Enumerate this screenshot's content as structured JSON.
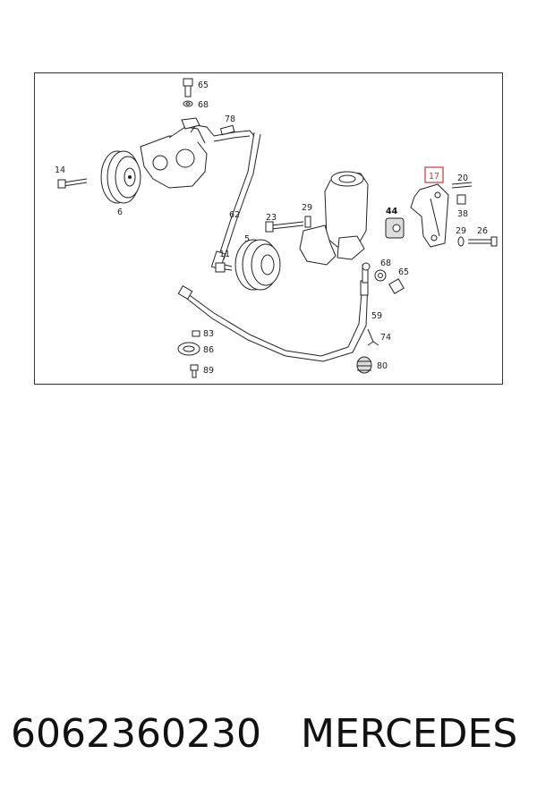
{
  "diagram": {
    "labels": {
      "l65a": "65",
      "l68a": "68",
      "l78": "78",
      "l14": "14",
      "l6": "6",
      "l62": "62",
      "l23": "23",
      "l29a": "29",
      "l5": "5",
      "l11": "11",
      "l17": "17",
      "l20": "20",
      "l38": "38",
      "l44": "44",
      "l29b": "29",
      "l26": "26",
      "l68b": "68",
      "l65b": "65",
      "l59": "59",
      "l74": "74",
      "l80": "80",
      "l83": "83",
      "l86": "86",
      "l89": "89"
    },
    "highlighted_part": "17",
    "highlight_color": "#d0343a"
  },
  "footer": {
    "part_number": "6062360230",
    "brand": "MERCEDES"
  }
}
